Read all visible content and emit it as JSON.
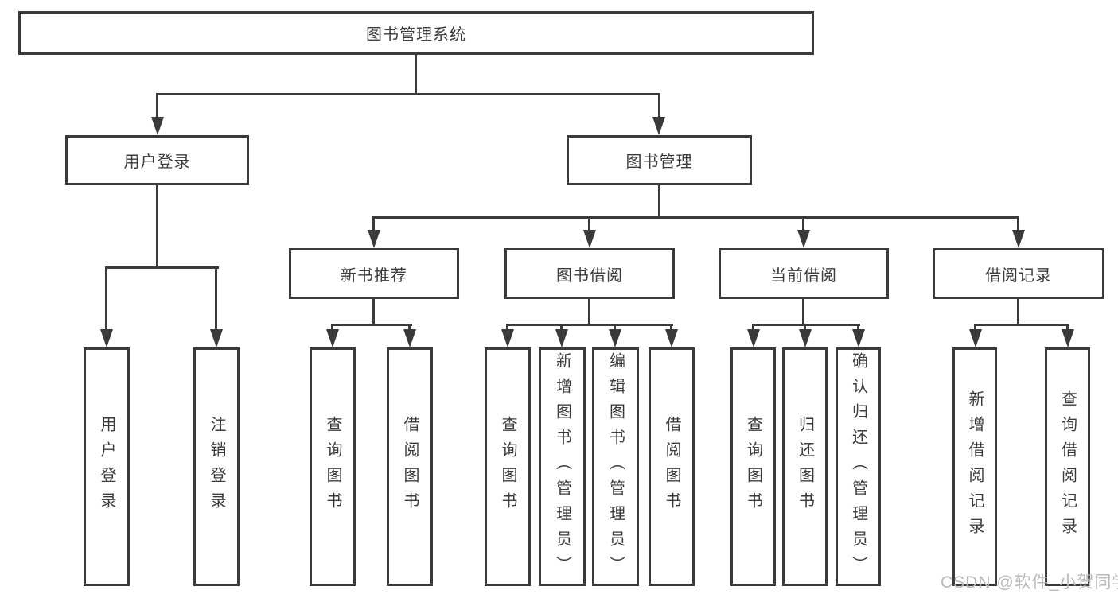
{
  "diagram": {
    "root": {
      "label": "图书管理系统"
    },
    "branches": [
      {
        "label": "用户登录",
        "children": [
          {
            "label": "用户登录"
          },
          {
            "label": "注销登录"
          }
        ]
      },
      {
        "label": "图书管理",
        "children": [
          {
            "label": "新书推荐",
            "children": [
              {
                "label": "查询图书"
              },
              {
                "label": "借阅图书"
              }
            ]
          },
          {
            "label": "图书借阅",
            "children": [
              {
                "label": "查询图书"
              },
              {
                "label": "新增图书（管理员）"
              },
              {
                "label": "编辑图书（管理员）"
              },
              {
                "label": "借阅图书"
              }
            ]
          },
          {
            "label": "当前借阅",
            "children": [
              {
                "label": "查询图书"
              },
              {
                "label": "归还图书"
              },
              {
                "label": "确认归还（管理员）"
              }
            ]
          },
          {
            "label": "借阅记录",
            "children": [
              {
                "label": "新增借阅记录"
              },
              {
                "label": "查询借阅记录"
              }
            ]
          }
        ]
      }
    ]
  },
  "watermark": {
    "text": "CSDN @软件_小贺同学"
  },
  "colors": {
    "line": "#3a3a3a",
    "text": "#3c3c3c",
    "watermark": "#b7babd",
    "background": "#ffffff"
  }
}
